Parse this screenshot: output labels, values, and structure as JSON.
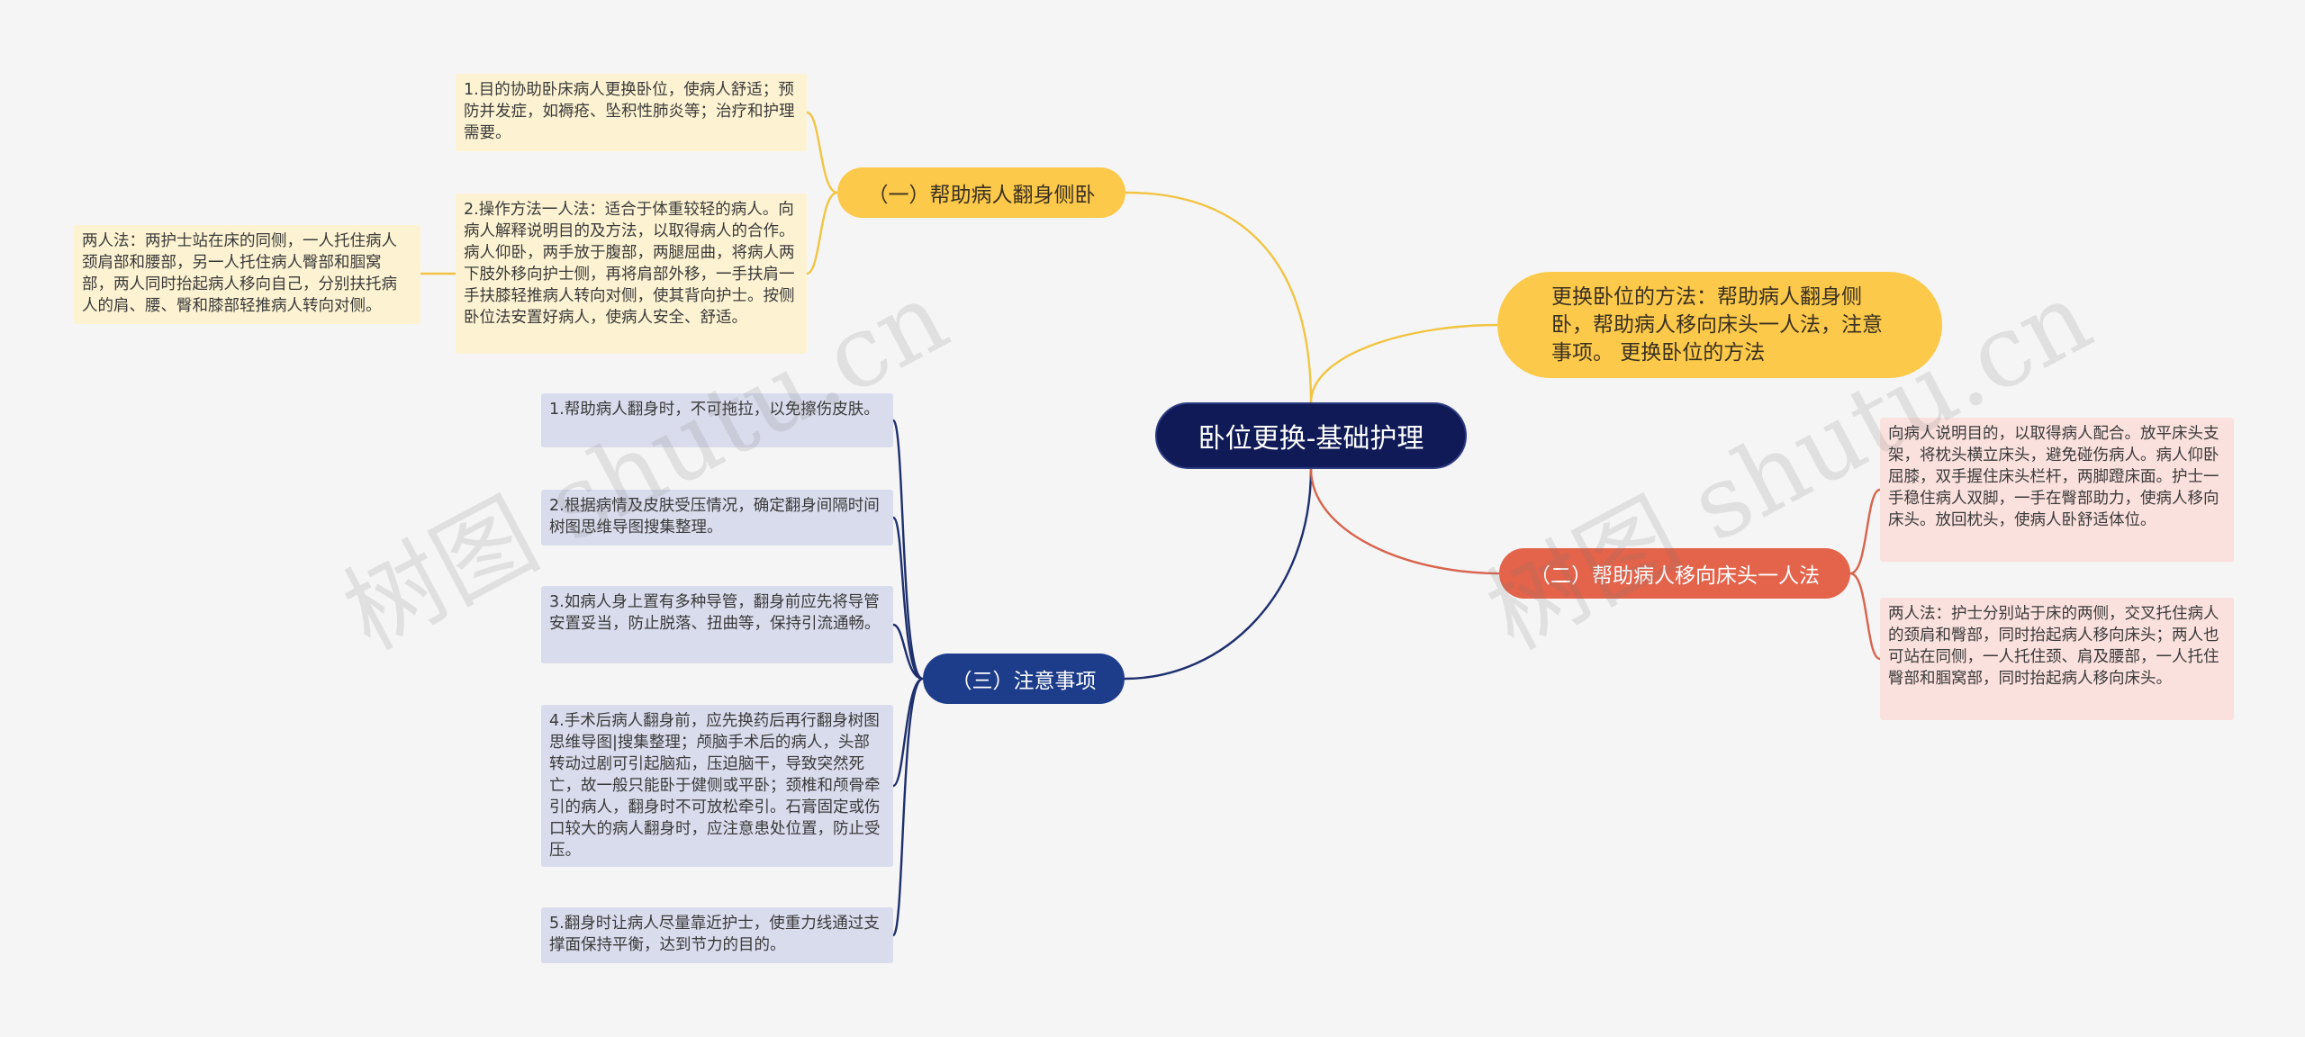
{
  "root": {
    "label": "卧位更换-基础护理"
  },
  "branches": {
    "turn_side": {
      "label": "（一）帮助病人翻身侧卧",
      "color": "#fcc94a"
    },
    "move_head": {
      "label": "（二）帮助病人移向床头一人法",
      "color": "#e3634b"
    },
    "notes": {
      "label": "（三）注意事项",
      "color": "#1d3c8a"
    },
    "methods": {
      "label": "更换卧位的方法：帮助病人翻身侧卧，帮助病人移向床头一人法，注意事项。 更换卧位的方法",
      "color": "#fcc94a"
    }
  },
  "leaves": {
    "turn_purpose": "1.目的协助卧床病人更换卧位，使病人舒适；预防并发症，如褥疮、坠积性肺炎等；治疗和护理需要。",
    "turn_method": "2.操作方法一人法：适合于体重较轻的病人。向病人解释说明目的及方法，以取得病人的合作。病人仰卧，两手放于腹部，两腿屈曲，将病人两下肢外移向护士侧，再将肩部外移，一手扶肩一手扶膝轻推病人转向对侧，使其背向护士。按侧卧位法安置好病人，使病人安全、舒适。",
    "turn_two_person": "两人法：两护士站在床的同侧，一人托住病人颈肩部和腰部，另一人托住病人臀部和腘窝部，两人同时抬起病人移向自己，分别扶托病人的肩、腰、臀和膝部轻推病人转向对侧。",
    "note_1": "1.帮助病人翻身时，不可拖拉，以免擦伤皮肤。",
    "note_2": "2.根据病情及皮肤受压情况，确定翻身间隔时间树图思维导图搜集整理。",
    "note_3": "3.如病人身上置有多种导管，翻身前应先将导管安置妥当，防止脱落、扭曲等，保持引流通畅。",
    "note_4": "4.手术后病人翻身前，应先换药后再行翻身树图思维导图|搜集整理；颅脑手术后的病人，头部转动过剧可引起脑疝，压迫脑干，导致突然死亡，故一般只能卧于健侧或平卧；颈椎和颅骨牵引的病人，翻身时不可放松牵引。石膏固定或伤口较大的病人翻身时，应注意患处位置，防止受压。",
    "note_5": "5.翻身时让病人尽量靠近护士，使重力线通过支撑面保持平衡，达到节力的目的。",
    "move_one_person": "向病人说明目的，以取得病人配合。放平床头支架，将枕头横立床头，避免碰伤病人。病人仰卧屈膝，双手握住床头栏杆，两脚蹬床面。护士一手稳住病人双脚，一手在臀部助力，使病人移向床头。放回枕头，使病人卧舒适体位。",
    "move_two_person": "两人法：护士分别站于床的两侧，交叉托住病人的颈肩和臀部，同时抬起病人移向床头；两人也可站在同侧，一人托住颈、肩及腰部，一人托住臀部和腘窝部，同时抬起病人移向床头。"
  },
  "watermark": {
    "text": "树图 shutu.cn"
  },
  "colors": {
    "yellow_line": "#f2c443",
    "navy_line": "#1d2f6e",
    "red_line": "#d9634c",
    "leaf_yellow": "#fdf3d2",
    "leaf_navy": "#d9dcec",
    "leaf_pink": "#fbe1dd"
  }
}
